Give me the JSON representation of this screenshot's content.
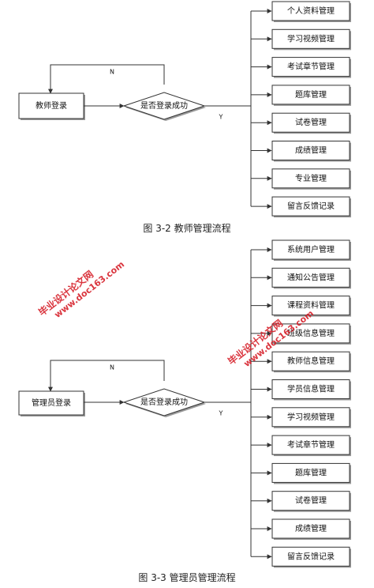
{
  "flow_teacher": {
    "start": "教师登录",
    "decision": "是否登录成功",
    "no_label": "N",
    "yes_label": "Y",
    "targets": [
      "个人资料管理",
      "学习视频管理",
      "考试章节管理",
      "题库管理",
      "试卷管理",
      "成绩管理",
      "专业管理",
      "留言反馈记录"
    ]
  },
  "caption_teacher": "图 3-2 教师管理流程",
  "flow_admin": {
    "start": "管理员登录",
    "decision": "是否登录成功",
    "no_label": "N",
    "yes_label": "Y",
    "targets": [
      "系统用户管理",
      "通知公告管理",
      "课程资料管理",
      "班级信息管理",
      "教师信息管理",
      "学员信息管理",
      "学习视频管理",
      "考试章节管理",
      "题库管理",
      "试卷管理",
      "成绩管理",
      "留言反馈记录"
    ]
  },
  "caption_admin": "图 3-3 管理员管理流程",
  "watermarks": [
    {
      "line1": "毕业设计论文网",
      "line2": "www.doc163.com"
    },
    {
      "line1": "毕业设计论文网",
      "line2": "www.doc163.com"
    }
  ],
  "colors": {
    "line": "#333333",
    "box_fill": "#ffffff",
    "shadow": "#9a9a9a",
    "watermark": "#d6202a"
  }
}
